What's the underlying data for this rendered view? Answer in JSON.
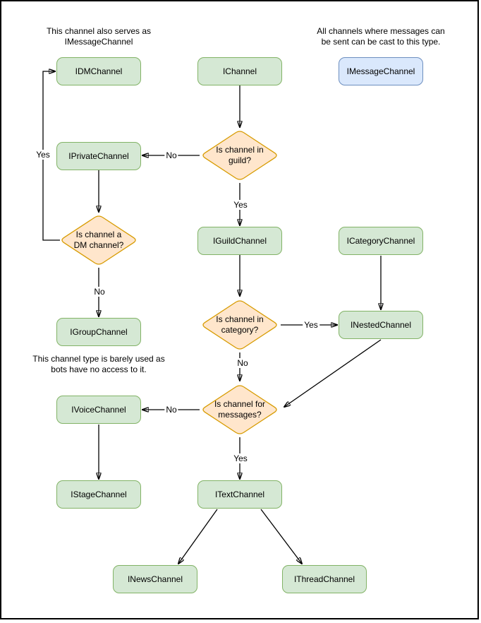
{
  "colors": {
    "channel_box_fill": "#d5e8d4",
    "channel_box_stroke": "#82b366",
    "message_box_fill": "#dae8fc",
    "message_box_stroke": "#6c8ebf",
    "decision_fill": "#ffe6cc",
    "decision_stroke": "#d79b00",
    "edge_color": "#000000",
    "text_color": "#000000",
    "background": "#ffffff"
  },
  "notes": {
    "dm_serves": "This channel also serves as\nIMessageChannel",
    "message_cast": "All channels where messages can\nbe sent can be cast to this type.",
    "group_barely_used": "This channel type is barely used as\nbots have no access to it."
  },
  "nodes": {
    "idm": "IDMChannel",
    "ichannel": "IChannel",
    "imessage": "IMessageChannel",
    "iprivate": "IPrivateChannel",
    "iguild": "IGuildChannel",
    "icategory": "ICategoryChannel",
    "igroup": "IGroupChannel",
    "inested": "INestedChannel",
    "ivoice": "IVoiceChannel",
    "istage": "IStageChannel",
    "itext": "ITextChannel",
    "inews": "INewsChannel",
    "ithread": "IThreadChannel"
  },
  "decisions": {
    "in_guild": "Is channel in\nguild?",
    "is_dm": "Is channel a\nDM channel?",
    "in_category": "Is channel in\ncategory?",
    "for_messages": "Is channel for\nmessages?"
  },
  "edge_labels": {
    "guild_no": "No",
    "guild_yes": "Yes",
    "dm_yes": "Yes",
    "dm_no": "No",
    "category_yes": "Yes",
    "category_no": "No",
    "messages_no": "No",
    "messages_yes": "Yes"
  }
}
